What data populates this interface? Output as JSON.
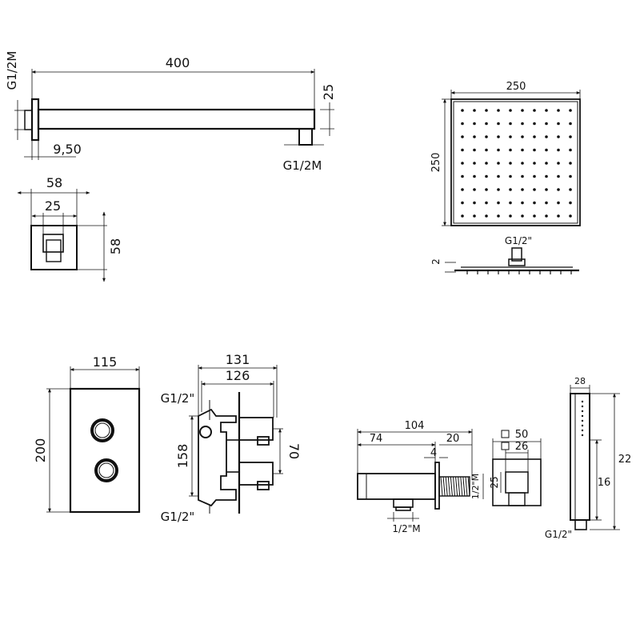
{
  "shower_arm": {
    "length": "400",
    "height": "25",
    "thread_left": "G1/2M",
    "thread_right": "G1/2M",
    "offset": "9,50"
  },
  "flange": {
    "width": "58",
    "inner": "25",
    "height": "58"
  },
  "shower_head": {
    "width": "250",
    "height": "250",
    "thickness": "2",
    "thread": "G1/2\""
  },
  "valve_plate": {
    "width": "115",
    "height": "200"
  },
  "valve_body": {
    "depth_total": "131",
    "depth_inner": "126",
    "height": "158",
    "spacing": "70",
    "thread_top": "G1/2\"",
    "thread_bottom": "G1/2\""
  },
  "wall_outlet": {
    "length": "104",
    "body": "74",
    "thread_len": "20",
    "flange": "4",
    "thread_size": "1/2\"M",
    "thread_vertical": "1/2\"M"
  },
  "outlet_front": {
    "outer": "50",
    "inner": "26",
    "height": "25"
  },
  "hand_shower": {
    "width": "28",
    "length": "22",
    "handle": "16",
    "thread": "G1/2\""
  }
}
